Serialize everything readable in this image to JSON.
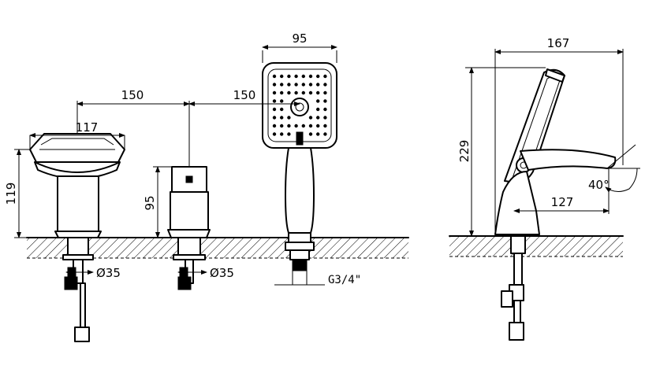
{
  "dimensions": {
    "shower_head_width": "95",
    "spacing_left": "150",
    "spacing_right": "150",
    "spout_width": "117",
    "spout_height": "119",
    "valve_height": "95",
    "hole_diameter_spout": "Ø35",
    "hole_diameter_valve": "Ø35",
    "hose_thread": "G3/4\"",
    "side_length": "167",
    "side_height": "229",
    "side_reach": "127",
    "tilt_angle": "40°"
  },
  "colors": {
    "line": "#000000",
    "background": "#ffffff",
    "hatch": "#000000"
  }
}
